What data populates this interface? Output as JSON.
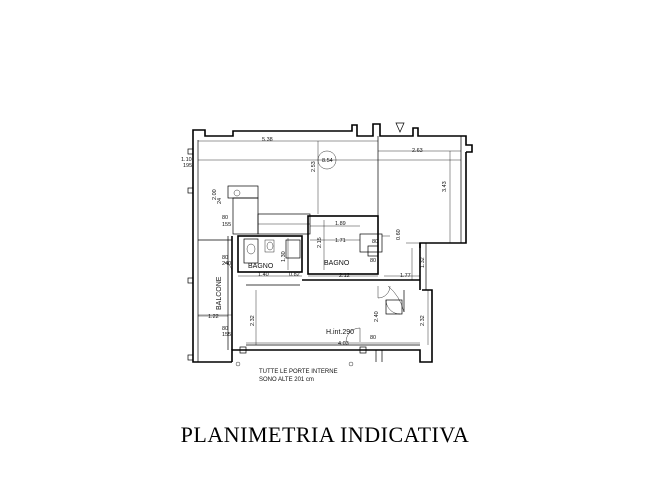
{
  "caption": "PLANIMETRIA INDICATIVA",
  "rooms": {
    "bagno_1": "BAGNO",
    "bagno_2": "BAGNO",
    "balcone": "BALCONE",
    "height_note": "H.int.290"
  },
  "notes": {
    "line1": "TUTTE LE PORTE INTERNE",
    "line2": "SONO ALTE 201 cm"
  },
  "dimensions": {
    "top_width": "5.38",
    "top_right": "2.63",
    "circle_dim": "8.54",
    "diag_dim": "2.53",
    "right_height": "3.43",
    "left_top_110": "1.10",
    "left_top_195": "195",
    "door_80_a": "80",
    "door_155_a": "155",
    "bath_189": "1.89",
    "bath_171": "1.71",
    "bath_215": "2.15",
    "door_80_b": "80",
    "dim_060": "0.60",
    "dim_80_c": "80",
    "dim_240": "240",
    "dim_140": "1.40",
    "dim_130": "1.30",
    "dim_082": "0.82",
    "dim_212": "2.12",
    "dim_177": "1.77",
    "dim_132": "1.32",
    "dim_122": "1.22",
    "dim_80_d": "80",
    "dim_155_b": "155",
    "dim_232_left": "2.32",
    "dim_232_right": "2.32",
    "dim_403": "4.03",
    "dim_80_e": "80",
    "dim_240_small": "2.40",
    "dim_200": "2.00",
    "dim_80_f": "80",
    "dim_24": "24"
  }
}
